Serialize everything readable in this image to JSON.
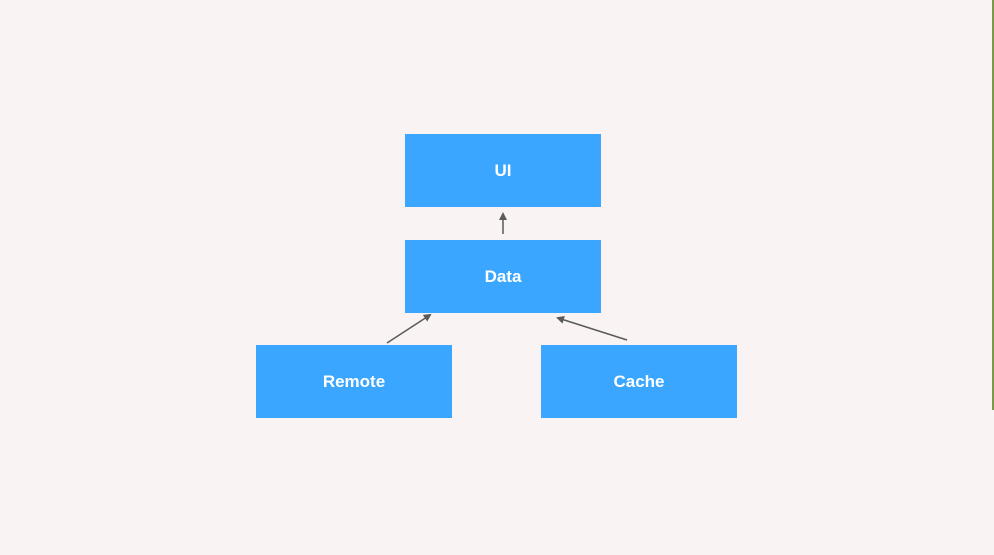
{
  "colors": {
    "background": "#faf3f3",
    "node_fill": "#3ba6ff",
    "node_text": "#ffffff",
    "arrow": "#5a5a5a"
  },
  "nodes": {
    "ui": {
      "label": "UI"
    },
    "data": {
      "label": "Data"
    },
    "remote": {
      "label": "Remote"
    },
    "cache": {
      "label": "Cache"
    }
  },
  "edges": [
    {
      "from": "data",
      "to": "ui"
    },
    {
      "from": "remote",
      "to": "data"
    },
    {
      "from": "cache",
      "to": "data"
    }
  ]
}
